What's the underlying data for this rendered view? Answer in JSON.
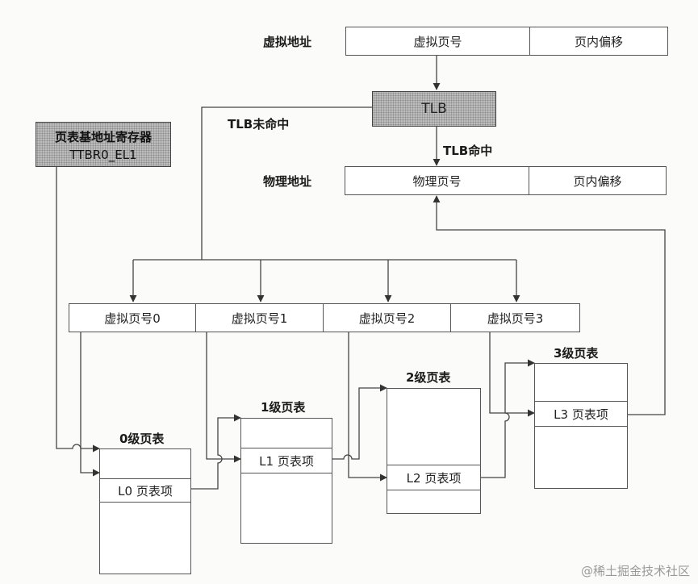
{
  "top": {
    "virtual_address_label": "虚拟地址",
    "virtual_page_number": "虚拟页号",
    "page_offset": "页内偏移",
    "tlb": "TLB",
    "tlb_miss": "TLB未命中",
    "tlb_hit": "TLB命中",
    "physical_address_label": "物理地址",
    "physical_page_number": "物理页号",
    "physical_page_offset": "页内偏移"
  },
  "ttbr": {
    "title": "页表基地址寄存器",
    "name": "TTBR0_EL1"
  },
  "vpn_fields": [
    "虚拟页号0",
    "虚拟页号1",
    "虚拟页号2",
    "虚拟页号3"
  ],
  "tables": [
    {
      "title": "0级页表",
      "entry": "L0 页表项"
    },
    {
      "title": "1级页表",
      "entry": "L1 页表项"
    },
    {
      "title": "2级页表",
      "entry": "L2 页表项"
    },
    {
      "title": "3级页表",
      "entry": "L3 页表项"
    }
  ],
  "watermark": "@稀土掘金技术社区"
}
